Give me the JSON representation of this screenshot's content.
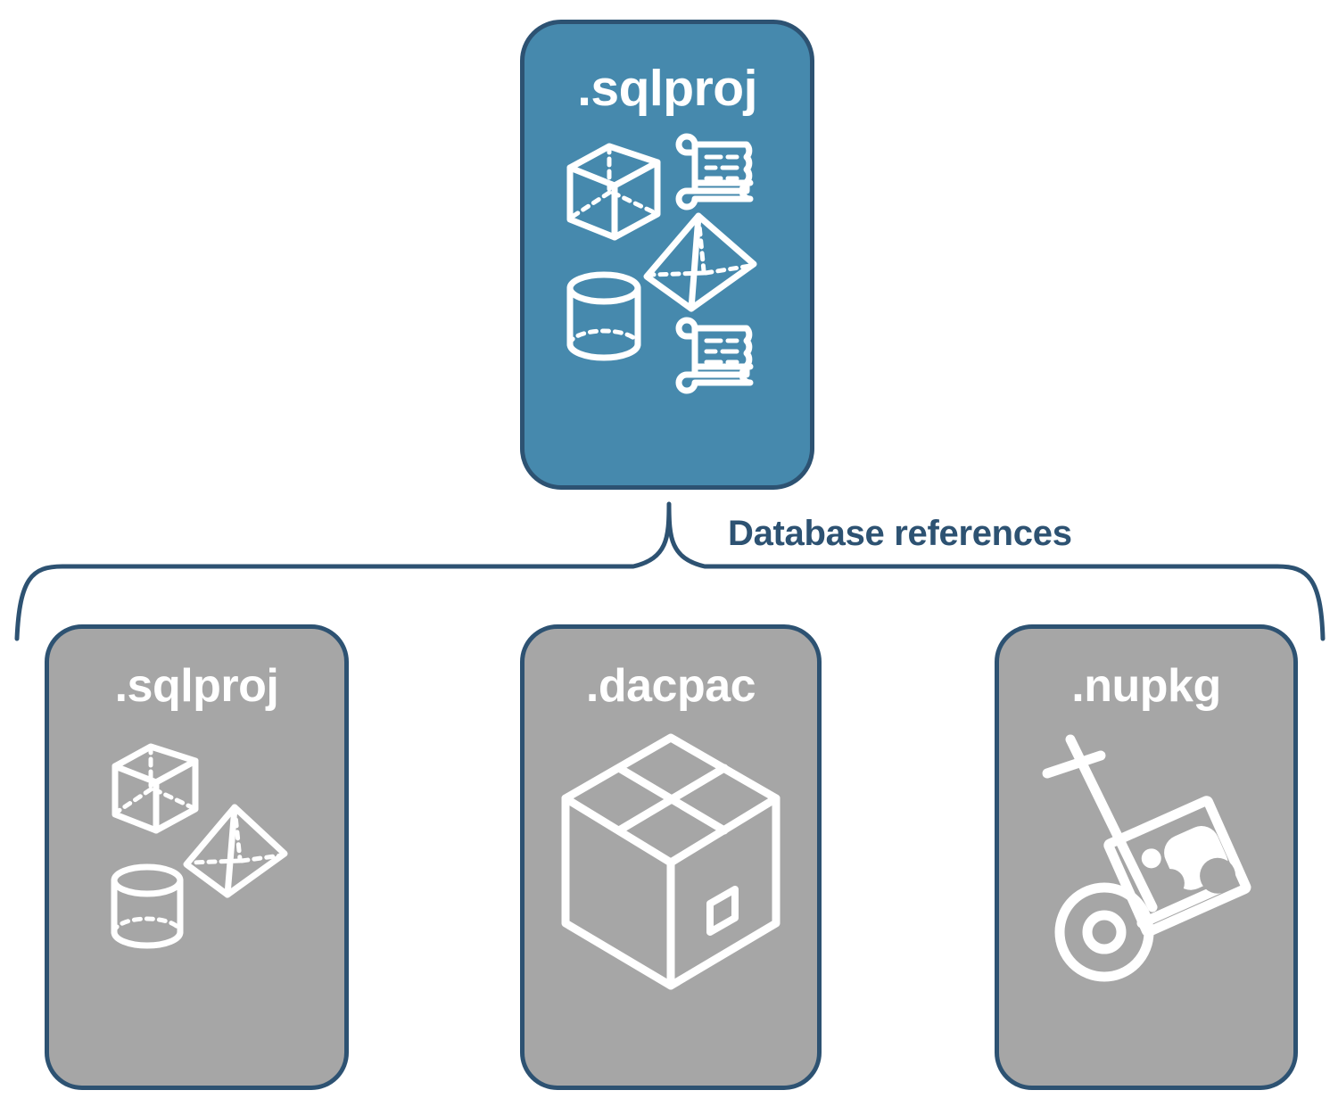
{
  "diagram": {
    "title_text": "Database references",
    "colors": {
      "root_fill": "#4689ad",
      "leaf_fill": "#a6a6a6",
      "stroke": "#2d5272",
      "icon": "#ffffff",
      "label": "#2d5272",
      "background": "#ffffff"
    },
    "root": {
      "label": ".sqlproj",
      "icons": [
        "wireframe-cube-icon",
        "scroll-icon",
        "wireframe-pyramid-icon",
        "wireframe-cylinder-icon",
        "scroll-icon"
      ]
    },
    "connector": {
      "label": "Database references",
      "style": "curly-brace"
    },
    "leaves": [
      {
        "label": ".sqlproj",
        "icons": [
          "wireframe-cube-icon",
          "wireframe-pyramid-icon",
          "wireframe-cylinder-icon"
        ]
      },
      {
        "label": ".dacpac",
        "icons": [
          "cardboard-box-icon"
        ]
      },
      {
        "label": ".nupkg",
        "icons": [
          "hand-truck-package-icon"
        ]
      }
    ]
  }
}
